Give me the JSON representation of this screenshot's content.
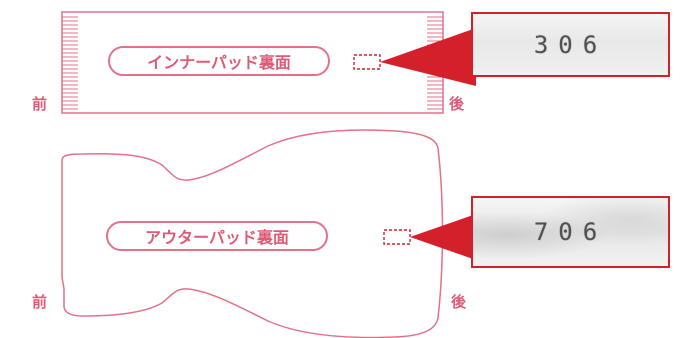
{
  "colors": {
    "outline": "#e3718a",
    "label": "#df5a77",
    "callout": "#d4202b"
  },
  "inner_pad": {
    "name": "インナーパッド裏面",
    "front_label": "前",
    "back_label": "後",
    "code_text": "306"
  },
  "outer_pad": {
    "name": "アウターパッド裏面",
    "front_label": "前",
    "back_label": "後",
    "code_text": "706"
  }
}
